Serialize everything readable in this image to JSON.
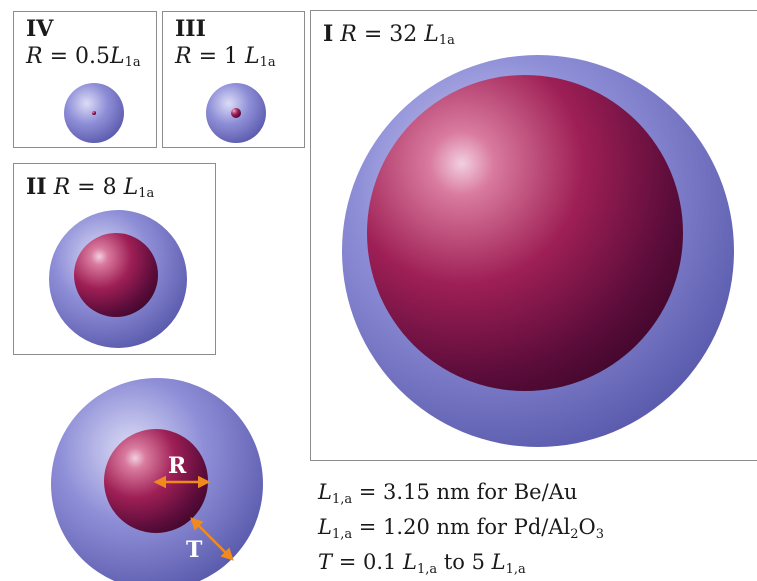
{
  "colors": {
    "shell": "#6e6ec4",
    "core": "#8a1244",
    "arrow": "#f08a1e"
  },
  "panels": {
    "iv": {
      "numeral": "IV",
      "r_label": "R",
      "eq": " = 0.5",
      "unit": "L",
      "sub": "1a"
    },
    "iii": {
      "numeral": "III",
      "r_label": "R",
      "eq": " = 1 ",
      "unit": "L",
      "sub": "1a"
    },
    "ii": {
      "numeral": "II",
      "r_label": "R",
      "eq": " = 8 ",
      "unit": "L",
      "sub": "1a"
    },
    "i": {
      "numeral": "I",
      "r_label": "R",
      "eq": " = 32 ",
      "unit": "L",
      "sub": "1a"
    }
  },
  "schematic": {
    "radius_label": "R",
    "thickness_label": "T"
  },
  "legend": {
    "line1": {
      "var": "L",
      "sub": "1,a",
      "text": " = 3.15 nm for Be/Au"
    },
    "line2": {
      "var": "L",
      "sub": "1,a",
      "text": " = 1.20 nm for Pd/Al",
      "sub2": "2",
      "text2": "O",
      "sub3": "3"
    },
    "line3": {
      "var": "T",
      "mid": " = 0.1 ",
      "var2": "L",
      "sub": "1,a",
      "mid2": " to 5 ",
      "var3": "L",
      "sub2": "1,a"
    }
  }
}
